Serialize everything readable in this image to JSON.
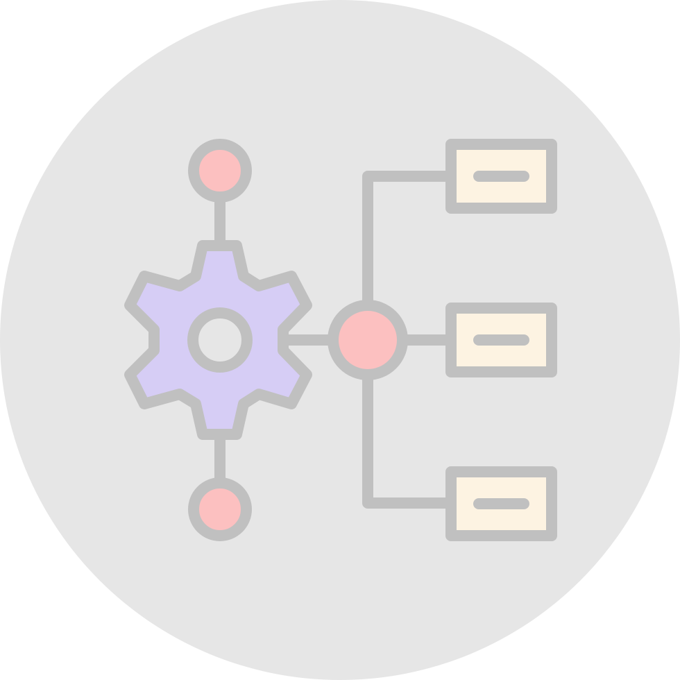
{
  "icon": {
    "name": "workflow-settings-icon",
    "colors": {
      "background_circle": "#e6e6e6",
      "stroke": "#c0c0c0",
      "gear_fill": "#d6cdf5",
      "node_fill": "#fcc0c0",
      "card_fill": "#fdf3e2",
      "gear_hole": "#e6e6e6"
    },
    "parts": {
      "gear": "gear-icon",
      "hub": "hub-node",
      "top_node": "top-node",
      "bottom_node": "bottom-node",
      "cards": [
        "output-card-top",
        "output-card-middle",
        "output-card-bottom"
      ]
    }
  }
}
